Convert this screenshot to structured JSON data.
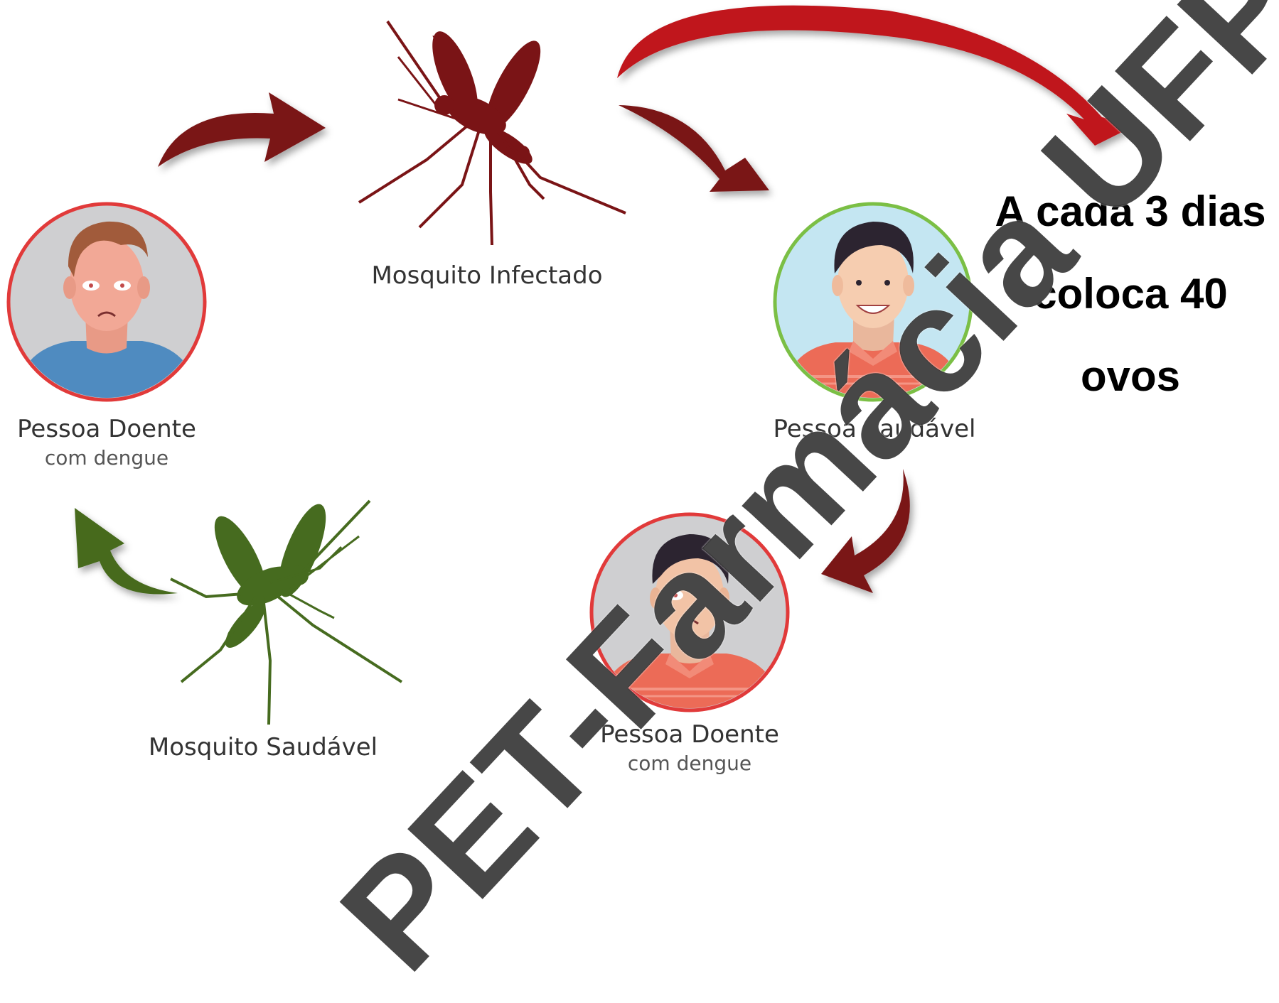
{
  "diagram": {
    "nodes": {
      "sick_person_left": {
        "name": "Pessoa Doente",
        "detail": "com dengue"
      },
      "infected_mosquito": {
        "name": "Mosquito Infectado"
      },
      "healthy_person": {
        "name": "Pessoa Saudável"
      },
      "sick_person_bottom": {
        "name": "Pessoa Doente",
        "detail": "com dengue"
      },
      "healthy_mosquito": {
        "name": "Mosquito Saudável"
      }
    },
    "note": {
      "line1": "A cada 3 dias",
      "line2": "coloca 40",
      "line3": "ovos"
    },
    "watermark": "PET-Farmácia UFPR",
    "colors": {
      "infected": "#7a1416",
      "healthy_mosquito": "#466b1f",
      "sick_ring": "#e13a3a",
      "healthy_ring": "#7bbf45",
      "arrow_bright": "#c0161b",
      "sick_face_bg": "#cfcfd1",
      "healthy_face_bg": "#c4e6f2"
    }
  }
}
